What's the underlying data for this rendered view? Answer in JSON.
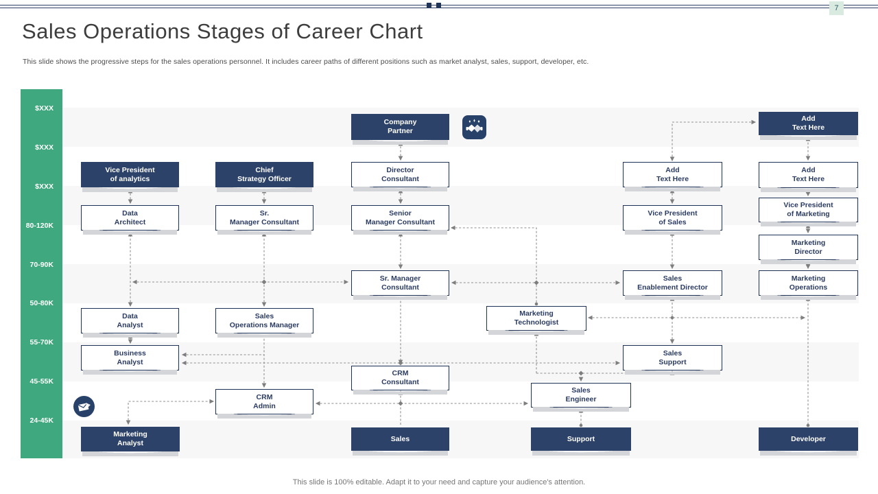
{
  "page": {
    "number": "7"
  },
  "header": {
    "title": "Sales Operations Stages of Career Chart",
    "subtitle": "This slide shows the progressive steps for the sales operations personnel. It includes career paths of different positions such as market analyst, sales, support, developer, etc."
  },
  "sidebar": {
    "labels": [
      "$XXX",
      "$XXX",
      "$XXX",
      "80-120K",
      "70-90K",
      "50-80K",
      "55-70K",
      "45-55K",
      "24-45K"
    ]
  },
  "colors": {
    "sidebar_green": "#3fa87e",
    "node_navy": "#2d4269",
    "node_border": "#1d3156",
    "connector_gray": "#8f8f8f",
    "badge_green": "#d9eae1"
  },
  "icons": [
    {
      "name": "handshake-icon"
    },
    {
      "name": "mail-icon"
    }
  ],
  "chart": {
    "nodes": [
      {
        "line1": "Company",
        "line2": "Partner"
      },
      {
        "line1": "Add",
        "line2": "Text Here"
      },
      {
        "line1": "Vice President",
        "line2": "of analytics"
      },
      {
        "line1": "Chief",
        "line2": "Strategy Officer"
      },
      {
        "line1": "Director",
        "line2": "Consultant"
      },
      {
        "line1": "Add",
        "line2": "Text Here"
      },
      {
        "line1": "Add",
        "line2": "Text Here"
      },
      {
        "line1": "Data",
        "line2": "Architect"
      },
      {
        "line1": "Sr.",
        "line2": "Manager Consultant"
      },
      {
        "line1": "Senior",
        "line2": "Manager Consultant"
      },
      {
        "line1": "Vice President",
        "line2": "of Sales"
      },
      {
        "line1": "Vice President",
        "line2": "of Marketing"
      },
      {
        "line1": "Marketing",
        "line2": "Director"
      },
      {
        "line1": "Sr. Manager",
        "line2": "Consultant"
      },
      {
        "line1": "Sales",
        "line2": "Enablement Director"
      },
      {
        "line1": "Marketing",
        "line2": "Operations"
      },
      {
        "line1": "Data",
        "line2": "Analyst"
      },
      {
        "line1": "Sales",
        "line2": "Operations Manager"
      },
      {
        "line1": "Marketing",
        "line2": "Technologist"
      },
      {
        "line1": "Business",
        "line2": "Analyst"
      },
      {
        "line1": "Sales",
        "line2": "Support"
      },
      {
        "line1": "CRM",
        "line2": "Consultant"
      },
      {
        "line1": "Sales",
        "line2": "Engineer"
      },
      {
        "line1": "CRM",
        "line2": "Admin"
      },
      {
        "line1": "Marketing",
        "line2": "Analyst"
      },
      {
        "line1": "Sales",
        "line2": ""
      },
      {
        "line1": "Support",
        "line2": ""
      },
      {
        "line1": "Developer",
        "line2": ""
      }
    ]
  },
  "footer": {
    "note": "This slide is 100% editable. Adapt it to your need and capture your audience's attention."
  }
}
